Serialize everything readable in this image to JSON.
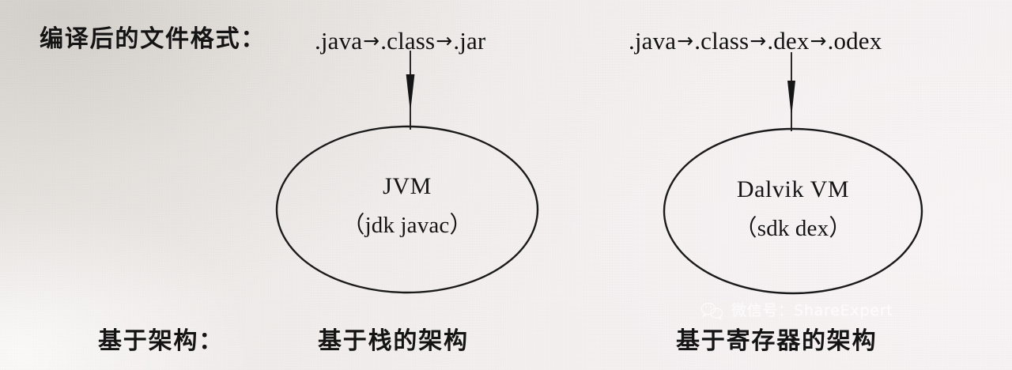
{
  "page": {
    "background_color": "#f3eff0",
    "ink_color": "#141414"
  },
  "rows": {
    "format_label": "编译后的文件格式：",
    "architecture_label": "基于架构："
  },
  "pipelines": {
    "arrow_glyph": "→",
    "left": {
      "steps": [
        "  .java",
        ".class",
        ".jar"
      ],
      "step_1": ".java",
      "step_2": ".class",
      "step_3": ".jar"
    },
    "right": {
      "steps": [
        ".java",
        ".class",
        ".dex",
        ".odex"
      ],
      "step_1": ".java",
      "step_2": ".class",
      "step_3": ".dex",
      "step_4": ".odex"
    }
  },
  "nodes": {
    "jvm": {
      "name": "JVM",
      "subtitle": "（jdk javac）",
      "architecture": "基于栈的架构"
    },
    "dalvik": {
      "name": "Dalvik VM",
      "subtitle": "（sdk dex）",
      "architecture": "基于寄存器的架构"
    }
  },
  "watermark": {
    "icon": "wechat-logo-icon",
    "text": "微信号：ShareExpert",
    "color": "#ffffff"
  }
}
